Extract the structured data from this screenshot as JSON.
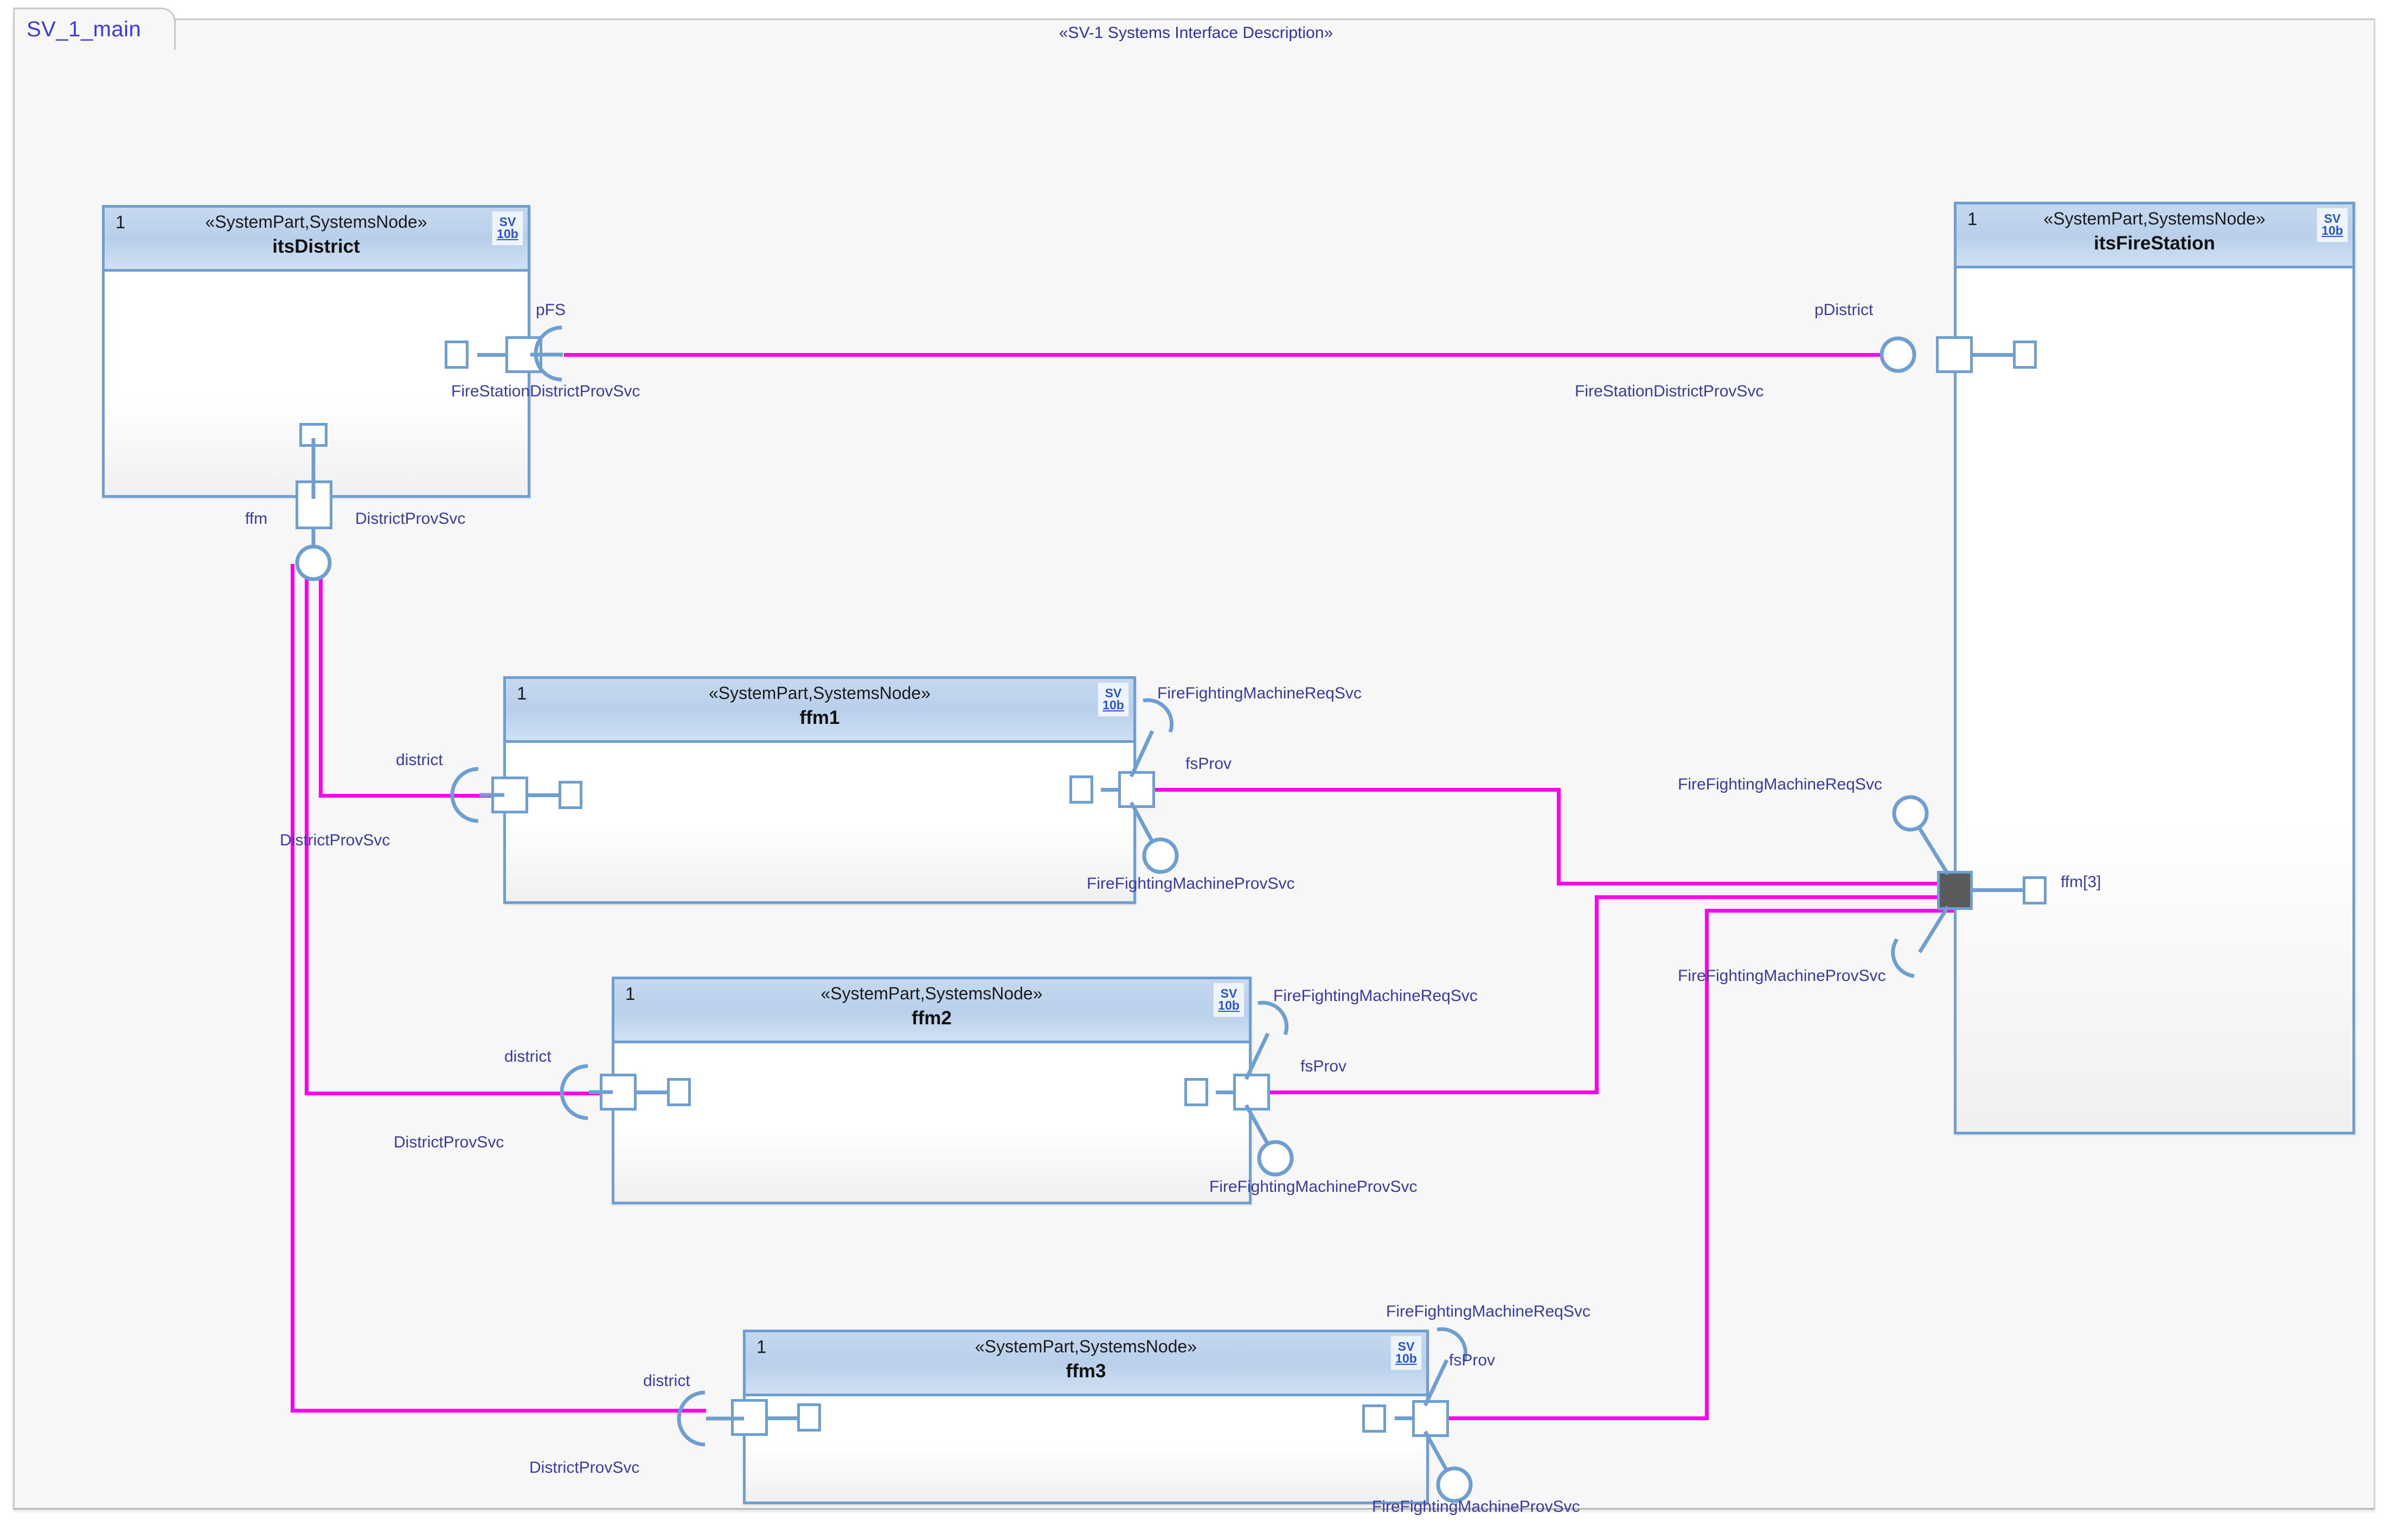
{
  "frame": {
    "tab_label": "SV_1_main",
    "title": "«SV-1 Systems Interface Description»"
  },
  "colors": {
    "block_border": "#6f9fd0",
    "block_header": "#bdd3ed",
    "connector": "#ff00ee",
    "label_text": "#3b3b9e",
    "tab_text": "#3b3bdd",
    "canvas_bg": "#f7f7f7"
  },
  "icons": {
    "sv_icon_top": "SV",
    "sv_icon_bottom": "10b",
    "sv_icon_name": "sv-10b-icon"
  },
  "blocks": [
    {
      "id": "itsDistrict",
      "multiplicity": "1",
      "stereotype": "«SystemPart,SystemsNode»",
      "name": "itsDistrict"
    },
    {
      "id": "itsFireStation",
      "multiplicity": "1",
      "stereotype": "«SystemPart,SystemsNode»",
      "name": "itsFireStation"
    },
    {
      "id": "ffm1",
      "multiplicity": "1",
      "stereotype": "«SystemPart,SystemsNode»",
      "name": "ffm1"
    },
    {
      "id": "ffm2",
      "multiplicity": "1",
      "stereotype": "«SystemPart,SystemsNode»",
      "name": "ffm2"
    },
    {
      "id": "ffm3",
      "multiplicity": "1",
      "stereotype": "«SystemPart,SystemsNode»",
      "name": "ffm3"
    }
  ],
  "ports": {
    "district_pFS": "pFS",
    "district_ffm": "ffm",
    "firestation_pDistrict": "pDistrict",
    "firestation_ffm3": "ffm[3]",
    "ffm1_district": "district",
    "ffm1_fsProv": "fsProv",
    "ffm2_district": "district",
    "ffm2_fsProv": "fsProv",
    "ffm3_district": "district",
    "ffm3_fsProv": "fsProv"
  },
  "interfaces": {
    "fs_district_prov_left": "FireStationDistrictProvSvc",
    "fs_district_prov_right": "FireStationDistrictProvSvc",
    "district_prov_top": "DistrictProvSvc",
    "district_prov_ffm1": "DistrictProvSvc",
    "district_prov_ffm2": "DistrictProvSvc",
    "district_prov_ffm3": "DistrictProvSvc",
    "ffm1_req": "FireFightingMachineReqSvc",
    "ffm1_prov": "FireFightingMachineProvSvc",
    "ffm2_req": "FireFightingMachineReqSvc",
    "ffm2_prov": "FireFightingMachineProvSvc",
    "ffm3_req": "FireFightingMachineReqSvc",
    "ffm3_prov": "FireFightingMachineProvSvc",
    "station_req": "FireFightingMachineReqSvc",
    "station_prov": "FireFightingMachineProvSvc"
  }
}
